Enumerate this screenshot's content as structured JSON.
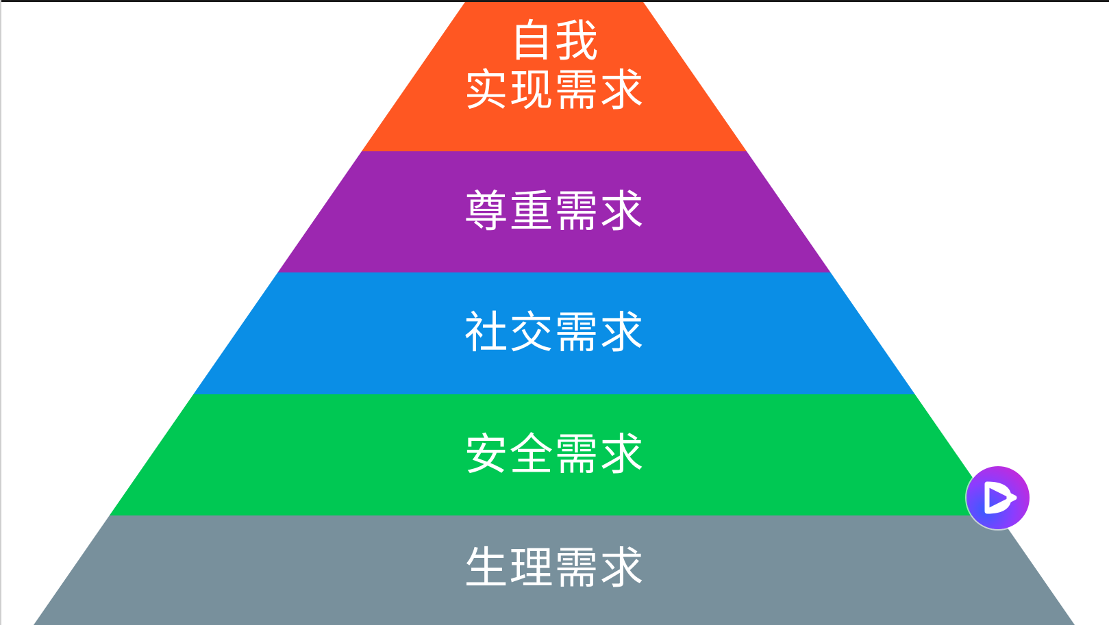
{
  "pyramid": {
    "levels": [
      {
        "lines": [
          "自我",
          "实现需求"
        ],
        "color": "#ff5722"
      },
      {
        "lines": [
          "尊重需求"
        ],
        "color": "#9c27b0"
      },
      {
        "lines": [
          "社交需求"
        ],
        "color": "#0a8ee6"
      },
      {
        "lines": [
          "安全需求"
        ],
        "color": "#00c853"
      },
      {
        "lines": [
          "生理需求"
        ],
        "color": "#78909c"
      }
    ]
  },
  "badge": {
    "icon": "play-d-logo-icon",
    "colors": [
      "#3a5bff",
      "#8a3dff",
      "#e020c8"
    ]
  }
}
